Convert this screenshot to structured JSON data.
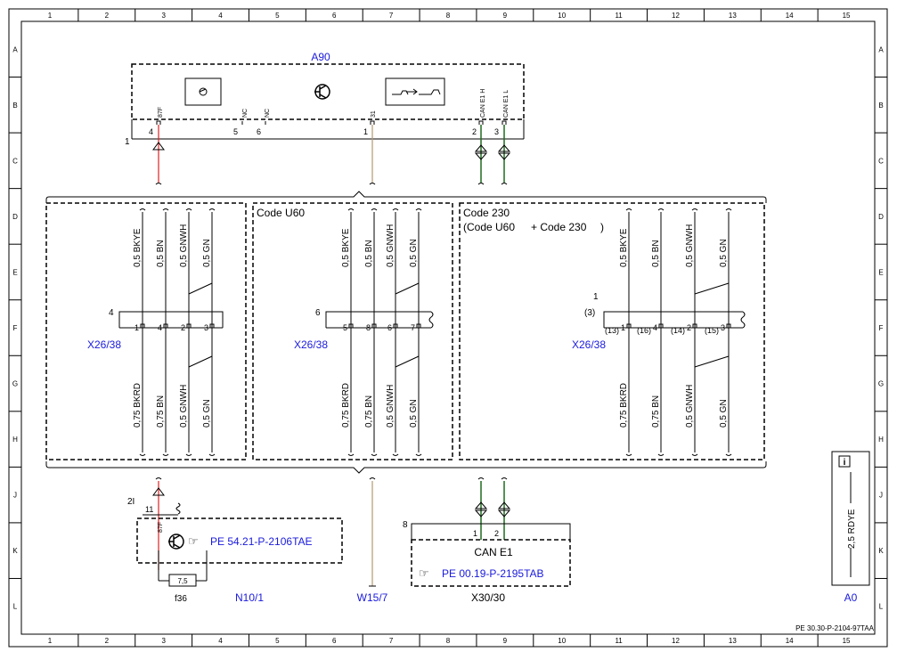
{
  "grid": {
    "cols": [
      "1",
      "2",
      "3",
      "4",
      "5",
      "6",
      "7",
      "8",
      "9",
      "10",
      "11",
      "12",
      "13",
      "14",
      "15"
    ],
    "rows": [
      "A",
      "B",
      "C",
      "D",
      "E",
      "F",
      "G",
      "H",
      "J",
      "K",
      "L"
    ]
  },
  "a90": {
    "title": "A90",
    "pin_labels": {
      "p87f": "87F",
      "nc1": "NC",
      "nc2": "NC",
      "p31": "31",
      "canh": "CAN E1 H",
      "canl": "CAN E1 L"
    },
    "pin_numbers": {
      "p4": "4",
      "p5": "5",
      "p6": "6",
      "p1": "1",
      "p2": "2",
      "p3": "3"
    },
    "marker": "1"
  },
  "code_u60": "Code U60",
  "code_230": "Code 230",
  "code_230_sub": "(Code U60",
  "code_230_plus": "+ Code 230",
  "code_230_close": ")",
  "col1": {
    "top_wires": [
      "0,5 BKYE",
      "0,5 BN",
      "0,5 GNWH",
      "0,5 GN"
    ],
    "bottom_wires": [
      "0,75 BKRD",
      "0,75 BN",
      "0,5 GNWH",
      "0,5 GN"
    ],
    "connector": "X26/38",
    "marker": "4",
    "pins": [
      "1",
      "4",
      "2",
      "3"
    ]
  },
  "col2": {
    "top_wires": [
      "0,5 BKYE",
      "0,5 BN",
      "0,5 GNWH",
      "0,5 GN"
    ],
    "bottom_wires": [
      "0,75 BKRD",
      "0,75 BN",
      "0,5 GNWH",
      "0,5 GN"
    ],
    "connector": "X26/38",
    "marker": "6",
    "pins": [
      "5",
      "8",
      "6",
      "7"
    ]
  },
  "col3": {
    "top_wires": [
      "0,5 BKYE",
      "0,5 BN",
      "0,5 GNWH",
      "0,5 GN"
    ],
    "bottom_wires": [
      "0,75 BKRD",
      "0,75 BN",
      "0,5 GNWH",
      "0,5 GN"
    ],
    "connector": "X26/38",
    "marker": "1",
    "marker2": "(3)",
    "pins": [
      "1",
      "4",
      "2",
      "3"
    ],
    "pins_alt": [
      "(13)",
      "(16)",
      "(14)",
      "(15)"
    ]
  },
  "n10": {
    "label": "N10/1",
    "ref": "PE 54.21-P-2106TAE",
    "marker": "2I",
    "pin": "11",
    "pin_label": "87F",
    "fuse_value": "7,5",
    "fuse_label": "f36"
  },
  "w15": {
    "label": "W15/7"
  },
  "x30": {
    "label": "X30/30",
    "box_title": "CAN E1",
    "ref": "PE 00.19-P-2195TAB",
    "marker": "8",
    "pins": [
      "1",
      "2"
    ]
  },
  "legend": {
    "icon": "i",
    "text": "2,5 RDYE",
    "label": "A0"
  },
  "footer": "PE 30.30-P-2104-97TAA",
  "colors": {
    "red": "#e02020",
    "brown": "#b59a72",
    "green": "#1f6b1f",
    "blue": "#1a1adc"
  }
}
